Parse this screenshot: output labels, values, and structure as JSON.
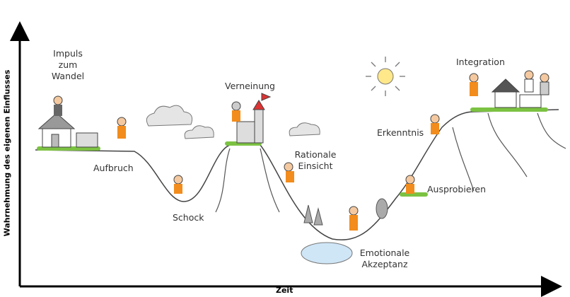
{
  "axes": {
    "y_label": "Wahrnehmung des eigenen Einflusses",
    "x_label": "Zeit"
  },
  "phases": [
    {
      "label": "Impuls zum Wandel"
    },
    {
      "label": "Aufbruch"
    },
    {
      "label": "Schock"
    },
    {
      "label": "Verneinung"
    },
    {
      "label": "Rationale Einsicht"
    },
    {
      "label": "Emotionale Akzeptanz"
    },
    {
      "label": "Erkenntnis"
    },
    {
      "label": "Ausprobieren"
    },
    {
      "label": "Integration"
    }
  ],
  "colors": {
    "figure": "#f28c1c",
    "grass": "#7cc242",
    "lake": "#cfe6f7",
    "cloud": "#e5e5e5",
    "sun": "#ffe88a"
  }
}
